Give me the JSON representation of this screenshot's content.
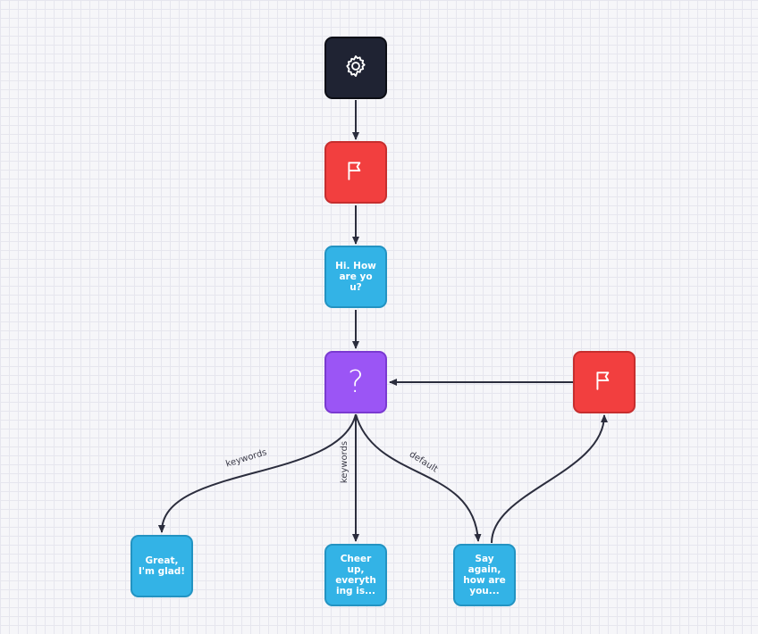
{
  "diagram": {
    "nodes": {
      "start": {
        "icon": "gear-icon",
        "color": "#1f2333"
      },
      "flag_top": {
        "icon": "flag-icon",
        "color": "#f23f3f"
      },
      "greeting": {
        "text": "Hi. How are you?",
        "color": "#33b3e6"
      },
      "question": {
        "icon": "question-icon",
        "glyph": "?",
        "color": "#9b55f5"
      },
      "flag_right": {
        "icon": "flag-icon",
        "color": "#f23f3f"
      },
      "reply_glad": {
        "text": "Great, I'm glad!",
        "color": "#33b3e6"
      },
      "reply_cheer": {
        "text": "Cheer up, everyth ing is...",
        "color": "#33b3e6"
      },
      "reply_again": {
        "text": "Say again, how are you...",
        "color": "#33b3e6"
      }
    },
    "edges": {
      "to_glad": "keywords",
      "to_cheer": "keywords",
      "to_again": "default"
    },
    "edge_color": "#2b2d3d"
  }
}
